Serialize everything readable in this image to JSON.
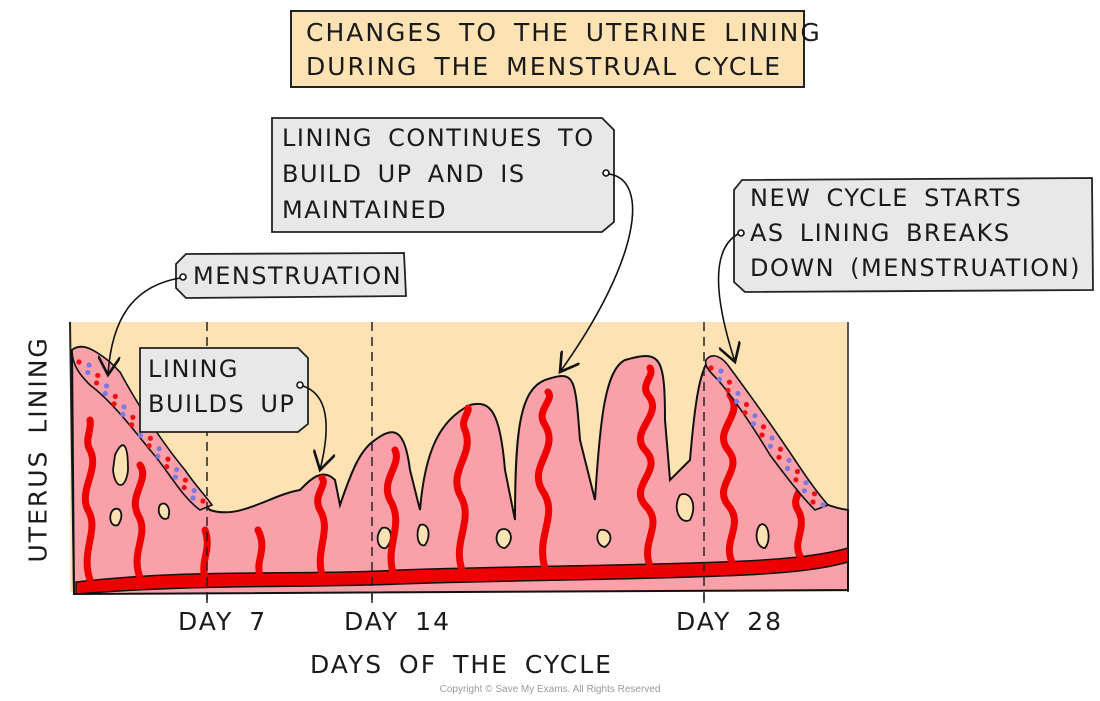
{
  "title": {
    "line1": "CHANGES TO THE UTERINE LINING",
    "line2": "DURING THE MENSTRUAL CYCLE"
  },
  "callouts": {
    "menstruation": {
      "lines": [
        "MENSTRUATION"
      ]
    },
    "builds_up": {
      "lines": [
        "LINING",
        "BUILDS UP"
      ]
    },
    "maintained": {
      "lines": [
        "LINING CONTINUES TO",
        "BUILD UP AND IS",
        "MAINTAINED"
      ]
    },
    "new_cycle": {
      "lines": [
        "NEW CYCLE STARTS",
        "AS LINING BREAKS",
        "DOWN (MENSTRUATION)"
      ]
    }
  },
  "axes": {
    "y_label": "UTERUS LINING",
    "x_label": "DAYS OF THE CYCLE",
    "ticks": [
      "DAY 7",
      "DAY 14",
      "DAY 28"
    ]
  },
  "copyright": "Copyright © Save My Exams. All Rights Reserved",
  "colors": {
    "background_panel": "#fde3b4",
    "lining": "#f9a0a8",
    "blood_vessel": "#ee0000",
    "callout_box": "#e8e8e8",
    "blood_dot_red": "#ee1111",
    "blood_dot_blue": "#7a7ae0"
  }
}
